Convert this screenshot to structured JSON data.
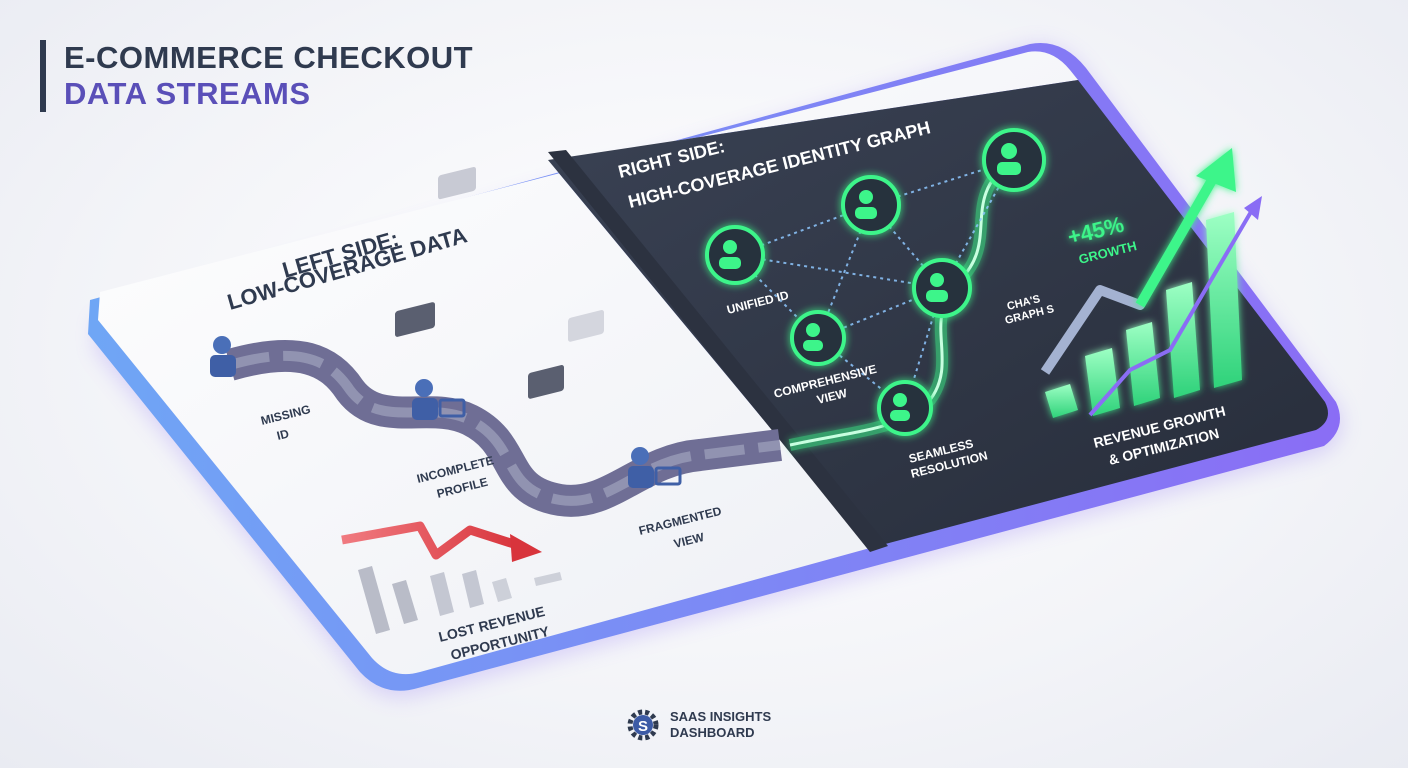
{
  "title": {
    "line1": "E-COMMERCE CHECKOUT",
    "line2": "DATA STREAMS"
  },
  "left": {
    "heading1": "LEFT SIDE:",
    "heading2": "LOW-COVERAGE DATA",
    "label_missing1": "MISSING",
    "label_missing2": "ID",
    "label_incomplete1": "INCOMPLETE",
    "label_incomplete2": "PROFILE",
    "label_fragmented1": "FRAGMENTED",
    "label_fragmented2": "VIEW",
    "label_lost1": "LOST REVENUE",
    "label_lost2": "OPPORTUNITY"
  },
  "right": {
    "heading1": "RIGHT SIDE:",
    "heading2": "HIGH-COVERAGE IDENTITY GRAPH",
    "label_unified": "UNIFIED ID",
    "label_comprehensive1": "COMPREHENSIVE",
    "label_comprehensive2": "VIEW",
    "label_seamless1": "SEAMLESS",
    "label_seamless2": "RESOLUTION",
    "label_graph1": "CHA'S",
    "label_graph2": "GRAPH S",
    "growth_value": "+45%",
    "growth_label": "GROWTH",
    "label_revenue1": "REVENUE GROWTH",
    "label_revenue2": "& OPTIMIZATION"
  },
  "footer": {
    "line1": "SAAS INSIGHTS",
    "line2": "DASHBOARD",
    "logo_icon": "gear-s-icon"
  },
  "colors": {
    "dark_text": "#2f3a4f",
    "accent_purple": "#5a4fb8",
    "neon_green": "#3df58a",
    "loss_red": "#e8474e",
    "panel_dark": "#2f3645"
  }
}
